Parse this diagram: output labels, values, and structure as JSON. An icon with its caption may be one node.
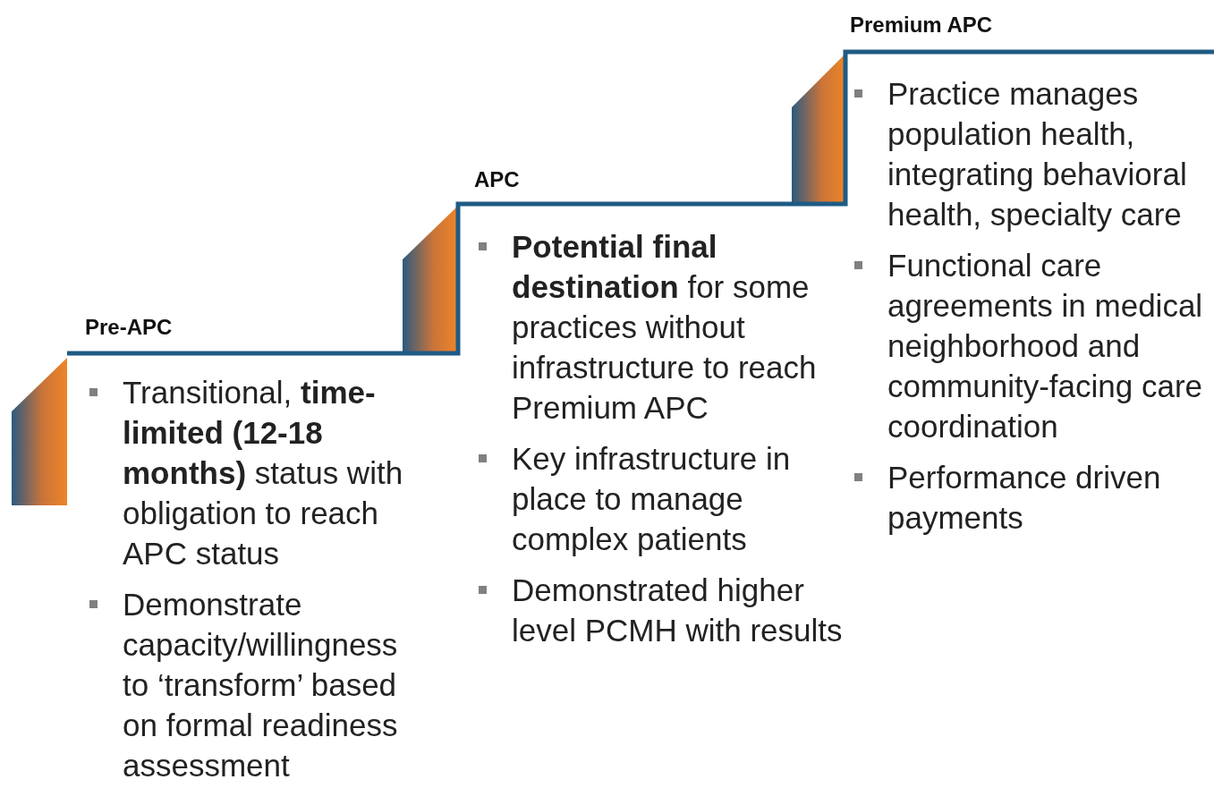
{
  "diagram": {
    "nodes": [
      {
        "text": [
          "Pre-APC",
          "Transitional, **time-limited (12-18 months)** status with obligation to reach APC status",
          "Demonstrate capacity/willingness to ‘transform’ based on formal readiness assessment"
        ]
      },
      {
        "text": [
          "APC",
          "**Potential final destination** for some practices without infrastructure to reach Premium APC",
          "Key infrastructure in place to manage complex patients",
          "Demonstrated higher level PCMH with results"
        ]
      },
      {
        "text": [
          "Premium APC",
          "Practice manages population health, integrating behavioral health, specialty care",
          "Functional care agreements in medical neighborhood and community-facing care coordination",
          "Performance driven payments"
        ]
      }
    ]
  }
}
